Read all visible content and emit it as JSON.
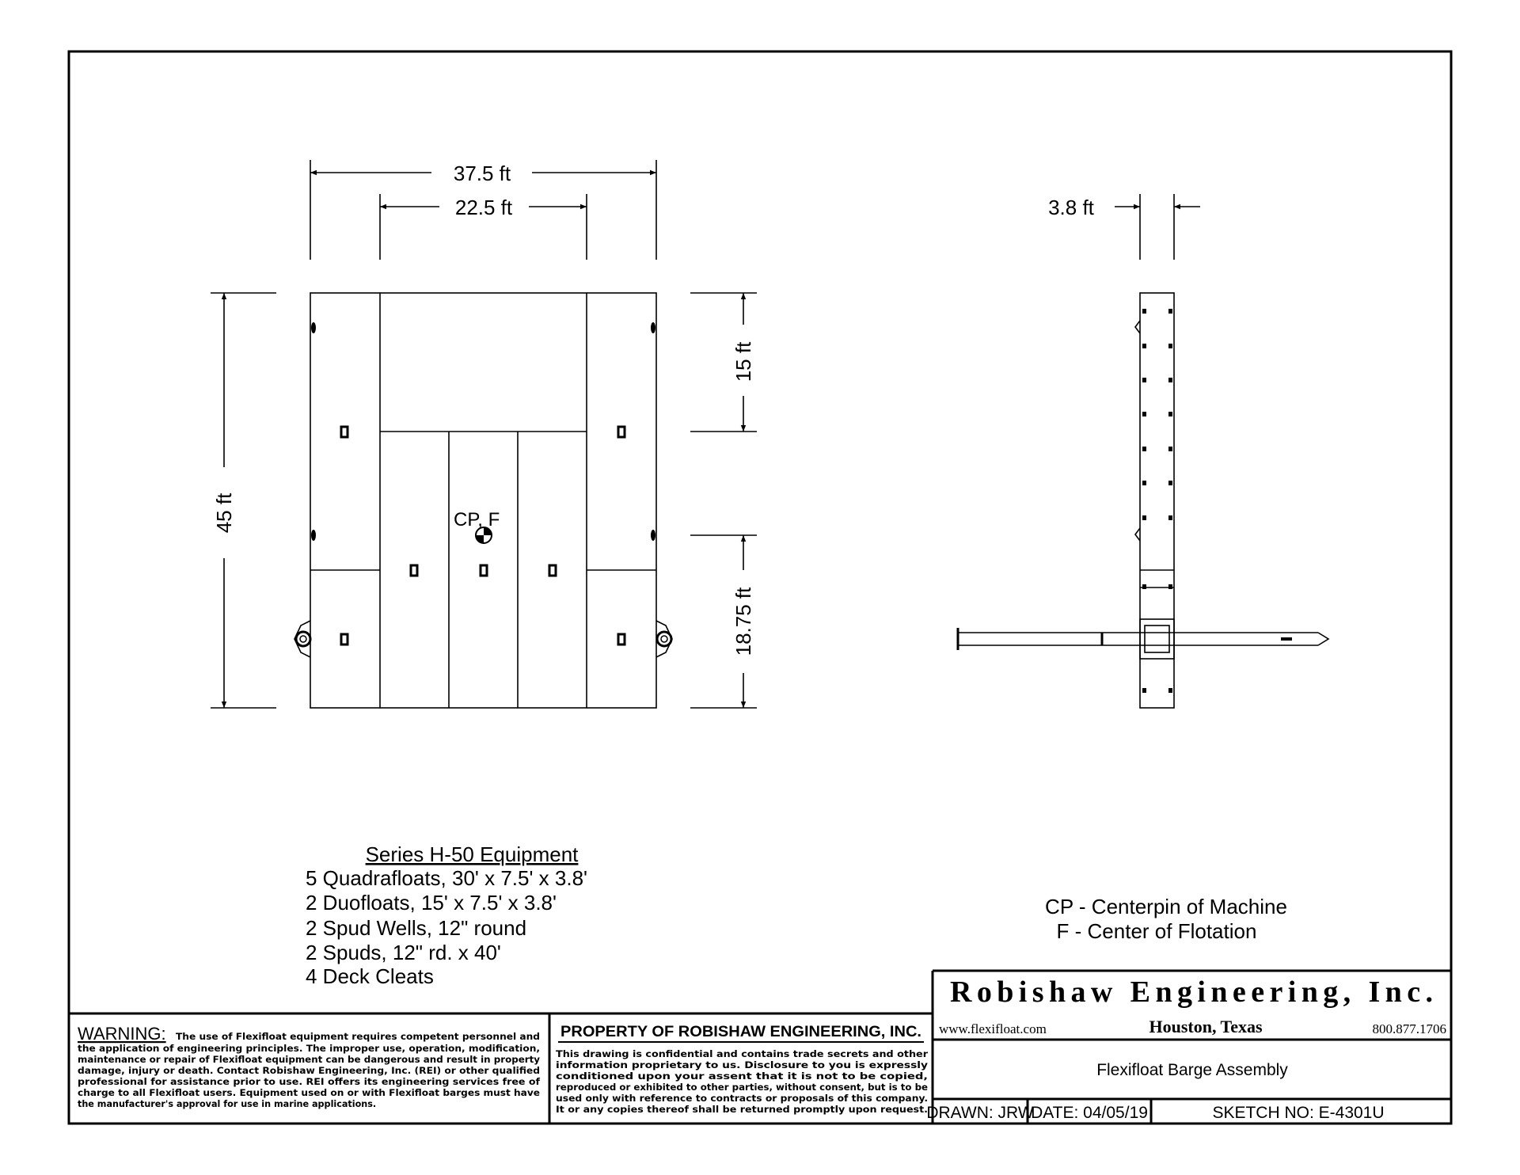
{
  "plan_view": {
    "dim_overall_width": "37.5 ft",
    "dim_inner_width": "22.5 ft",
    "dim_length": "45 ft",
    "dim_upper": "15 ft",
    "dim_lower": "18.75 ft",
    "center_label": "CP, F"
  },
  "side_view": {
    "dim_depth": "3.8 ft"
  },
  "equipment": {
    "title": "Series H-50 Equipment",
    "items": [
      "5 Quadrafloats, 30' x 7.5' x 3.8'",
      "2 Duofloats, 15' x 7.5' x 3.8'",
      "2 Spud Wells, 12\" round",
      "2 Spuds, 12\" rd. x 40'",
      "4 Deck Cleats"
    ]
  },
  "legend": {
    "cp": "CP - Centerpin of Machine",
    "f": "F - Center of Flotation"
  },
  "warning": {
    "heading": "WARNING:",
    "lines": [
      "The use of Flexifloat equipment requires competent personnel and",
      "the application of engineering principles.  The improper use, operation, modification,",
      "maintenance or repair of Flexifloat equipment can be dangerous and result in property",
      "damage, injury or death.  Contact Robishaw Engineering, Inc. (REI) or other qualified",
      "professional for assistance prior to use.  REI offers its engineering services free of",
      "charge to all Flexifloat users. Equipment used on or with Flexifloat barges must have",
      "the manufacturer's approval for use in marine applications."
    ]
  },
  "property": {
    "heading": "PROPERTY OF ROBISHAW ENGINEERING, INC.",
    "lines": [
      "This drawing is confidential and contains trade secrets and other",
      "information proprietary to us.  Disclosure to you is expressly",
      "conditioned upon your assent that it is not to be copied,",
      "reproduced or exhibited to other parties, without consent, but is to be",
      "used only with reference to contracts or proposals of this company.",
      "It or any copies thereof shall be returned promptly upon request."
    ]
  },
  "title_block": {
    "company": "Robishaw Engineering, Inc.",
    "website": "www.flexifloat.com",
    "location": "Houston, Texas",
    "phone": "800.877.1706",
    "drawing_title": "Flexifloat Barge Assembly",
    "drawn": "DRAWN: JRW",
    "date": "DATE: 04/05/19",
    "sketch_no": "SKETCH NO: E-4301U"
  }
}
